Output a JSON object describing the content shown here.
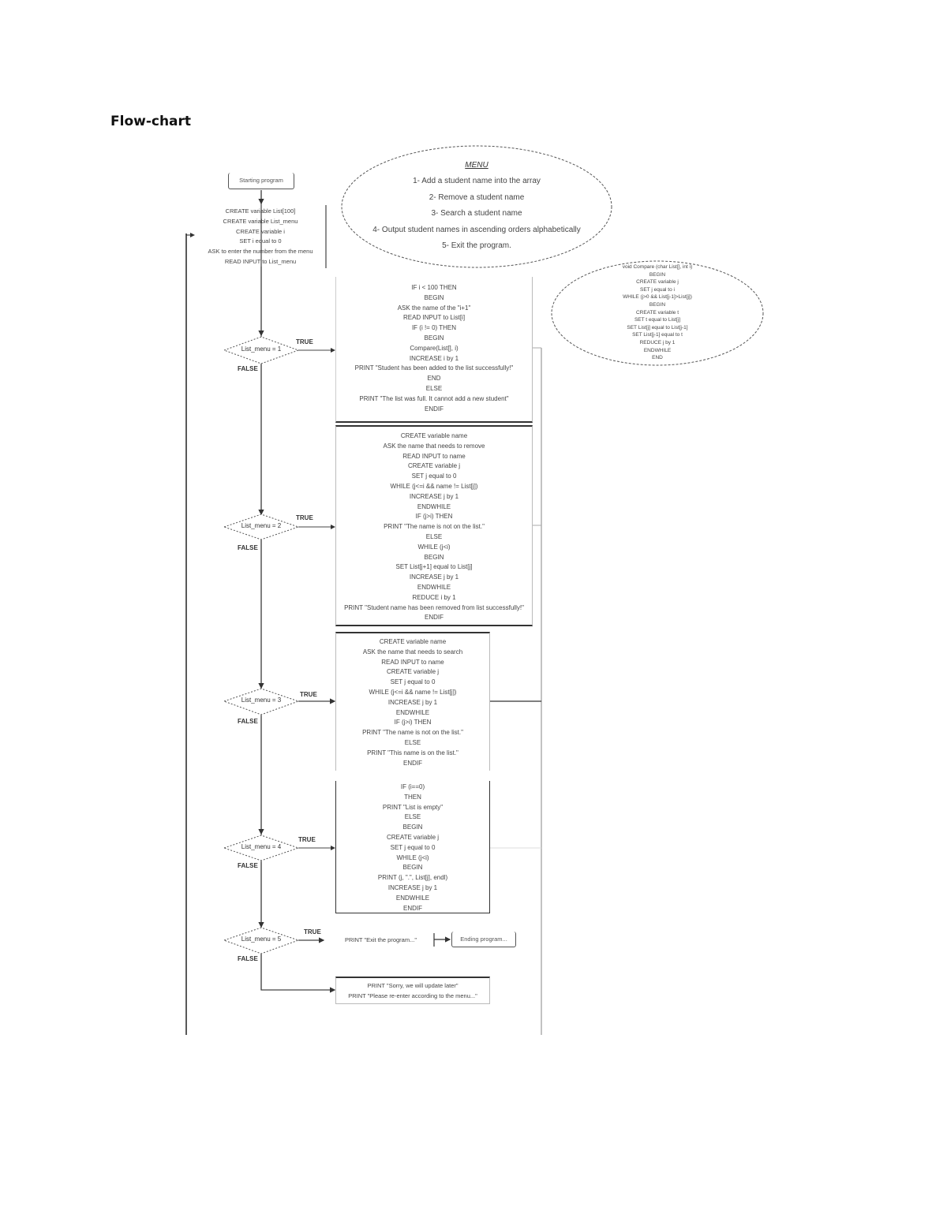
{
  "page_title": "Flow-chart",
  "start_terminal": "Starting program",
  "init_block": [
    "CREATE variable List[100]",
    "CREATE variable List_menu",
    "CREATE variable i",
    "SET i equal to 0",
    "ASK to enter the number from the menu",
    "READ INPUT to List_menu"
  ],
  "menu": {
    "title": "MENU",
    "items": [
      "1- Add a student name into the array",
      "2- Remove a student name",
      "3- Search a student name",
      "4- Output student names in ascending orders alphabetically",
      "5- Exit the program."
    ]
  },
  "compare_function": [
    "void Compare (char List[], int i)",
    "BEGIN",
    "CREATE variable j",
    "SET j equal to i",
    "WHILE (j>0 && List[j-1]>List[j])",
    "BEGIN",
    "CREATE variable t",
    "SET t equal to List[j]",
    "SET List[j] equal to List[j-1]",
    "SET List[j-1] equal to t",
    "REDUCE j by 1",
    "ENDWHILE",
    "END"
  ],
  "decisions": [
    {
      "condition": "List_menu = 1",
      "true_label": "TRUE",
      "false_label": "FALSE"
    },
    {
      "condition": "List_menu = 2",
      "true_label": "TRUE",
      "false_label": "FALSE"
    },
    {
      "condition": "List_menu = 3",
      "true_label": "TRUE",
      "false_label": "FALSE"
    },
    {
      "condition": "List_menu = 4",
      "true_label": "TRUE",
      "false_label": "FALSE"
    },
    {
      "condition": "List_menu = 5",
      "true_label": "TRUE",
      "false_label": "FALSE"
    }
  ],
  "process_blocks": [
    [
      "IF i < 100 THEN",
      "BEGIN",
      "ASK the name of the \"i+1\"",
      "READ INPUT to List[i]",
      "IF (i != 0) THEN",
      "BEGIN",
      "Compare(List[], i)",
      "INCREASE i by 1",
      "PRINT \"Student has been added to the list successfully!\"",
      "END",
      "ELSE",
      "PRINT \"The list was full. It cannot add a new student\"",
      "ENDIF"
    ],
    [
      "CREATE variable name",
      "ASK the name that needs to remove",
      "READ INPUT to name",
      "CREATE variable j",
      "SET j equal to 0",
      "WHILE (j<=i && name != List[j])",
      "INCREASE j by 1",
      "ENDWHILE",
      "IF (j>i) THEN",
      "PRINT \"The name is not on the list.\"",
      "ELSE",
      "WHILE (j<i)",
      "BEGIN",
      "SET List[j+1] equal to List[j]",
      "INCREASE j by 1",
      "ENDWHILE",
      "REDUCE i by 1",
      "PRINT \"Student name has been removed from list successfully!\"",
      "ENDIF"
    ],
    [
      "CREATE variable name",
      "ASK the name that needs to search",
      "READ INPUT to name",
      "CREATE variable j",
      "SET j equal to 0",
      "WHILE (j<=i && name != List[j])",
      "INCREASE j by 1",
      "ENDWHILE",
      "IF (j>i) THEN",
      "PRINT \"The name is not on the list.\"",
      "ELSE",
      "PRINT \"This name is on the list.\"",
      "ENDIF"
    ],
    [
      "IF (i==0)",
      "THEN",
      "PRINT \"List is empty\"",
      "ELSE",
      "BEGIN",
      "CREATE variable j",
      "SET j equal to 0",
      "WHILE (j<i)",
      "BEGIN",
      "PRINT (j, \".\", List[j], endl)",
      "INCREASE j by 1",
      "ENDWHILE",
      "ENDIF"
    ]
  ],
  "exit_print": "PRINT \"Exit the program...\"",
  "end_terminal": "Ending program...",
  "default_block": [
    "PRINT \"Sorry, we will update later\"",
    "PRINT \"Please re-enter according to the menu...\""
  ]
}
